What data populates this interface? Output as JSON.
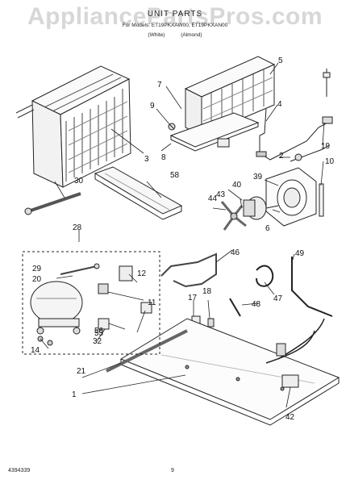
{
  "header": {
    "watermark": "AppliancePartsPros.com",
    "title": "UNIT PARTS",
    "models": "For Models: ET19PKXAW00, ET19PKXAN00",
    "variants": [
      "(White)",
      "(Almond)"
    ]
  },
  "callouts": [
    "1",
    "2",
    "3",
    "4",
    "5",
    "6",
    "7",
    "8",
    "9",
    "10",
    "11",
    "12",
    "14",
    "17",
    "18",
    "19",
    "20",
    "21",
    "28",
    "29",
    "30",
    "32",
    "39",
    "40",
    "42",
    "43",
    "44",
    "46",
    "47",
    "48",
    "49",
    "55",
    "56",
    "58"
  ],
  "footer": {
    "doc_number": "4394339",
    "page": "9"
  }
}
